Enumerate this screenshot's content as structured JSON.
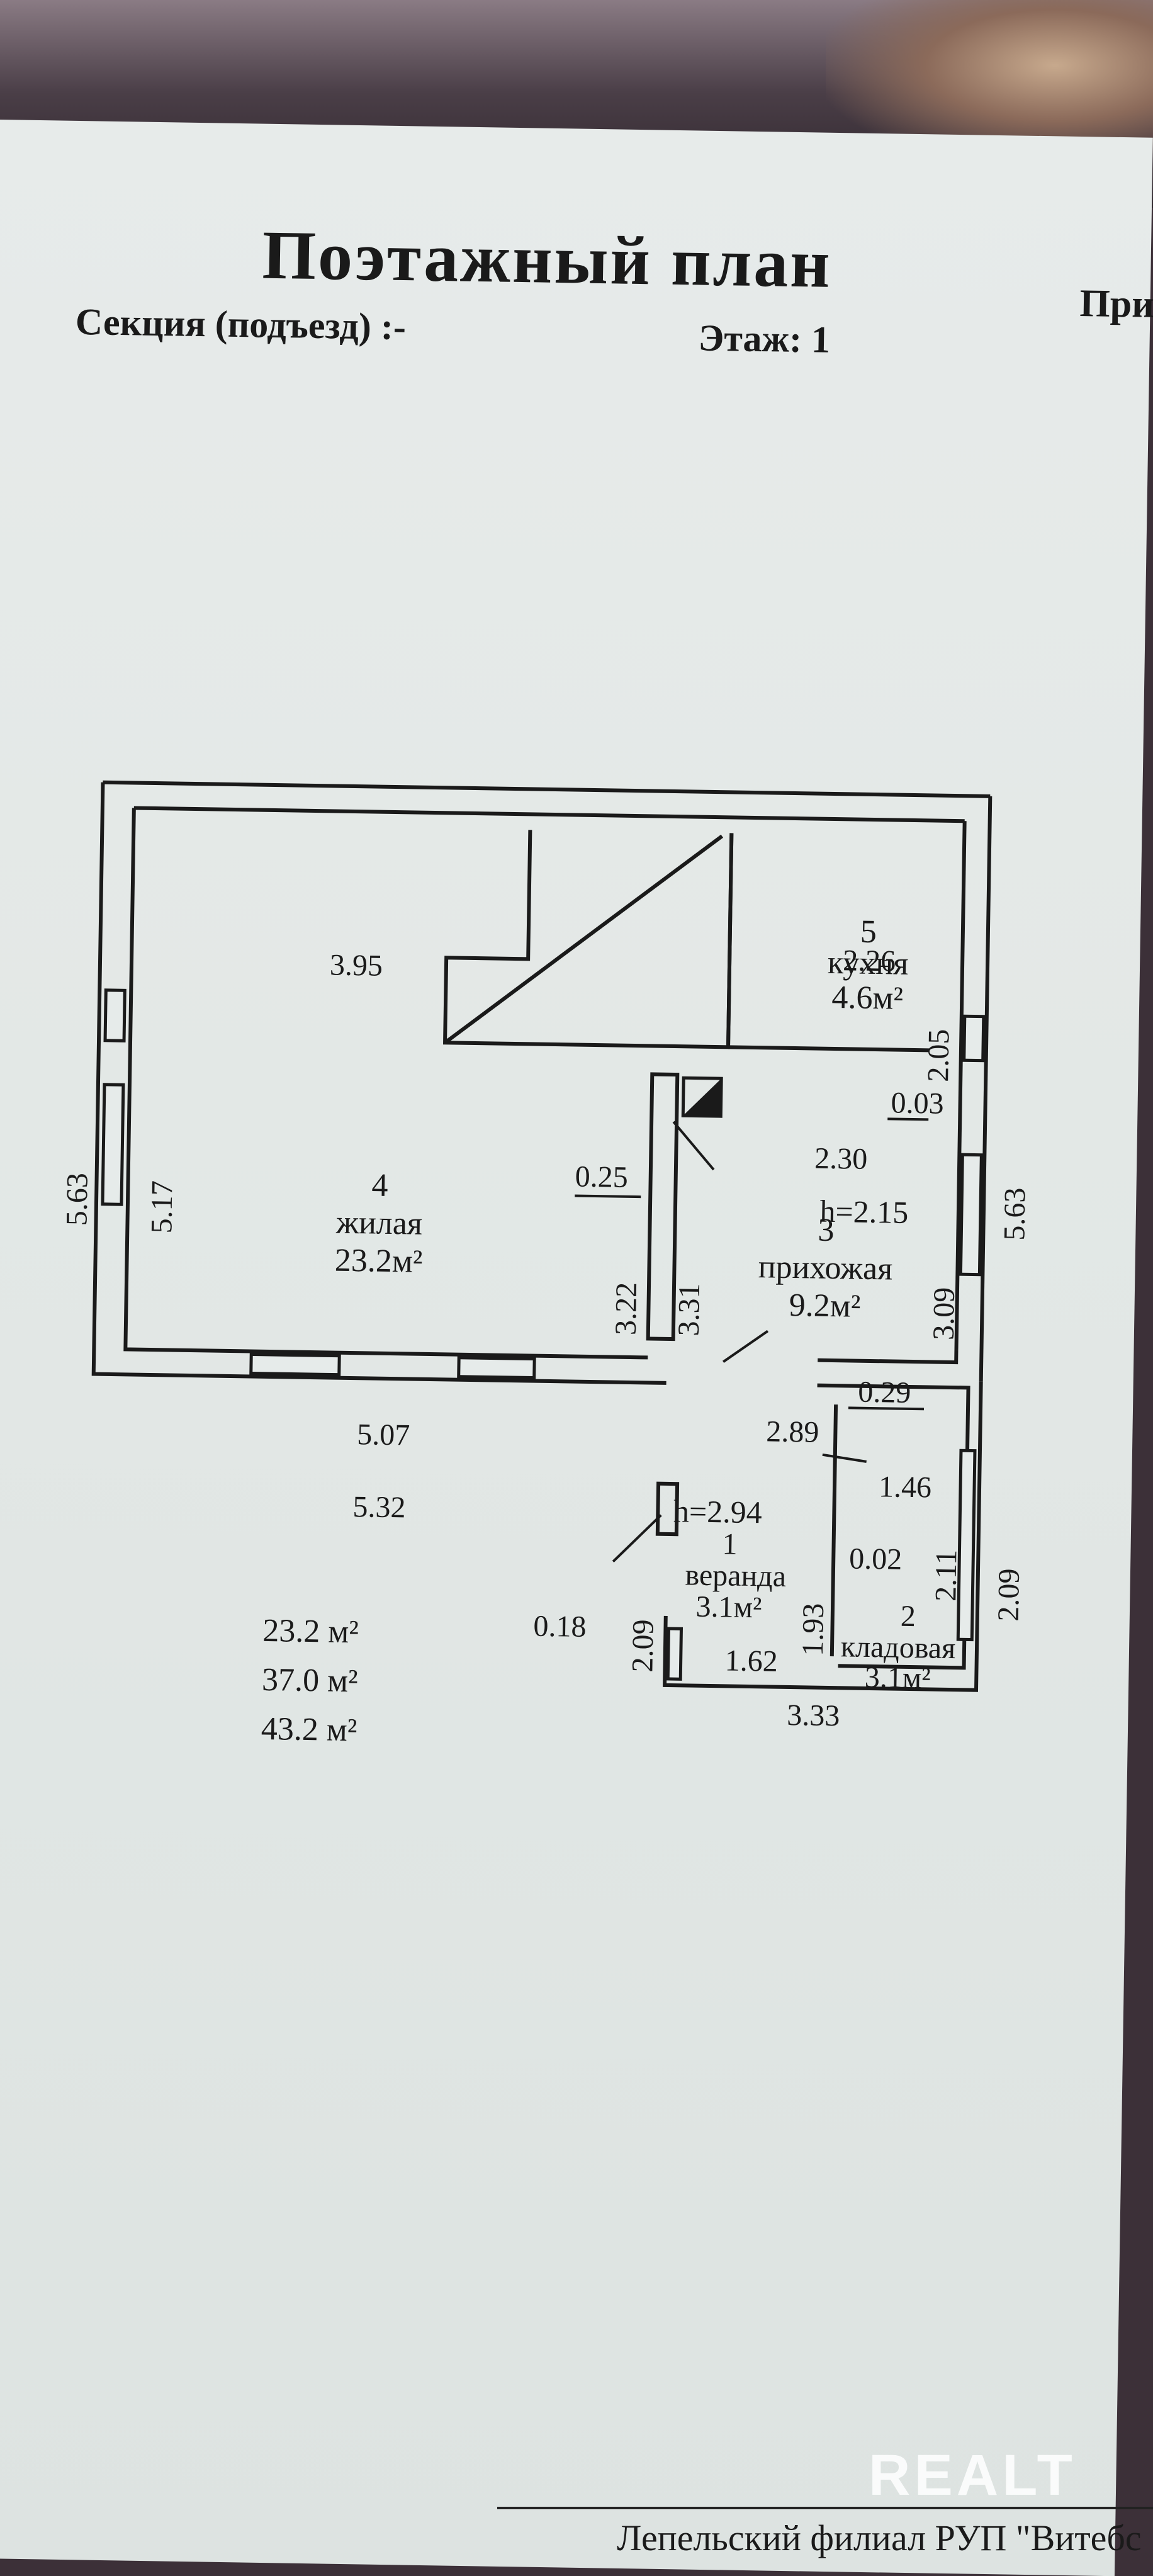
{
  "document": {
    "title": "Поэтажный план",
    "section": "Секция (подъезд) :-",
    "floor": "Этаж: 1",
    "right_cut_text": "При",
    "footer_text": "Лепельский филиал РУП \"Витебс"
  },
  "watermark": "REALT",
  "area_totals": [
    "23.2 м²",
    "37.0 м²",
    "43.2 м²"
  ],
  "rooms": [
    {
      "number": "1",
      "name": "веранда",
      "area": "3.1м²"
    },
    {
      "number": "2",
      "name": "кладовая",
      "area": "3.1м²"
    },
    {
      "number": "3",
      "name": "прихожая",
      "area": "9.2м²"
    },
    {
      "number": "4",
      "name": "жилая",
      "area": "23.2м²"
    },
    {
      "number": "5",
      "name": "кухня",
      "area": "4.6м²"
    }
  ],
  "ceiling_heights": [
    "h=2.15",
    "h=2.94"
  ],
  "dimensions": {
    "d_3_95": "3.95",
    "d_2_26": "2.26",
    "d_2_05": "2.05",
    "d_0_03": "0.03",
    "d_2_30": "2.30",
    "d_0_25": "0.25",
    "d_5_63_left": "5.63",
    "d_5_17": "5.17",
    "d_3_22": "3.22",
    "d_3_31": "3.31",
    "d_5_63_right": "5.63",
    "d_3_09": "3.09",
    "d_0_29": "0.29",
    "d_2_89": "2.89",
    "d_1_46": "1.46",
    "d_5_07": "5.07",
    "d_5_32": "5.32",
    "d_0_02": "0.02",
    "d_2_11": "2.11",
    "d_2_09_right": "2.09",
    "d_1_93": "1.93",
    "d_0_18": "0.18",
    "d_2_09_left": "2.09",
    "d_1_62": "1.62",
    "d_3_33": "3.33"
  }
}
